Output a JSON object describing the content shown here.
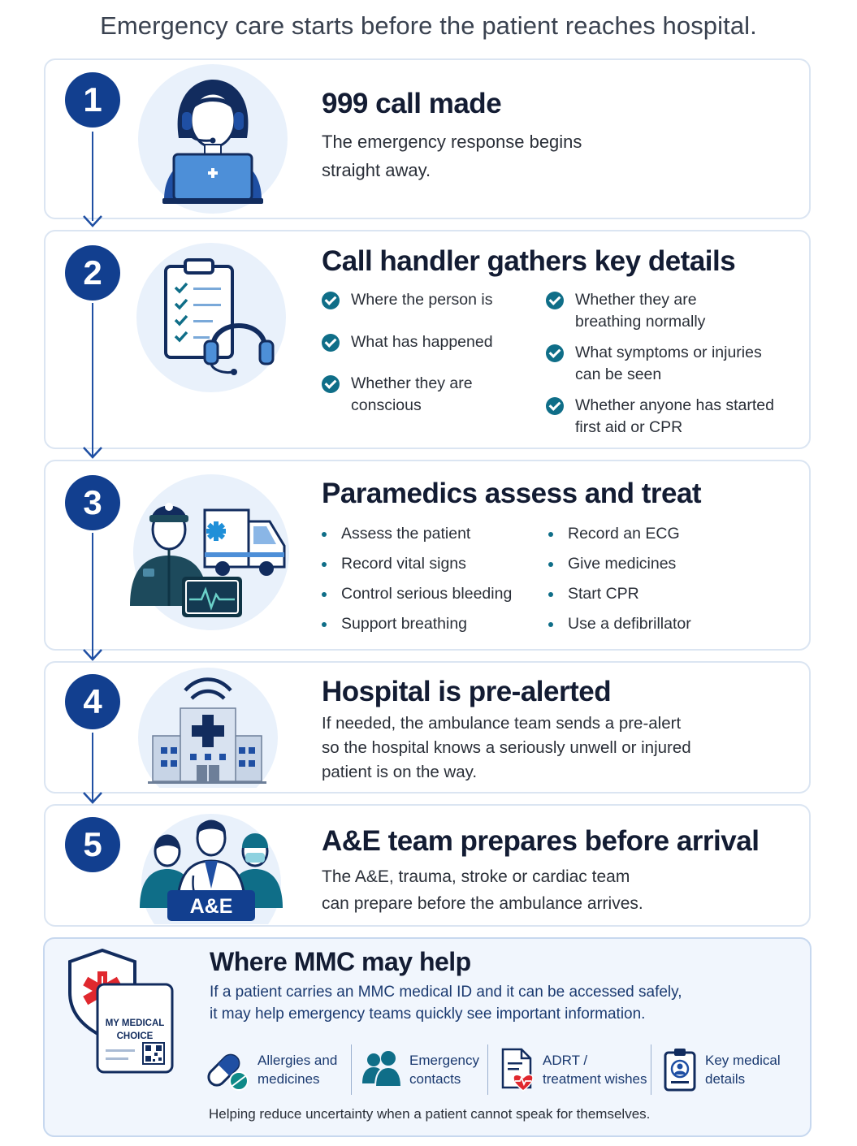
{
  "page_title": "Emergency care starts before the patient reaches hospital.",
  "steps": [
    {
      "number": "1",
      "title": "999 call made",
      "text_lines": [
        "The emergency response begins",
        "straight away."
      ],
      "icon": "call-handler-headset-laptop-icon"
    },
    {
      "number": "2",
      "title": "Call handler gathers key details",
      "icon": "clipboard-headset-icon",
      "checklist_left": [
        [
          "Where the person is"
        ],
        [
          "What has happened"
        ],
        [
          "Whether they are",
          "conscious"
        ]
      ],
      "checklist_right": [
        [
          "Whether they are",
          "breathing normally"
        ],
        [
          "What symptoms or injuries",
          "can be seen"
        ],
        [
          "Whether anyone has started",
          "first aid or CPR"
        ]
      ]
    },
    {
      "number": "3",
      "title": "Paramedics assess and treat",
      "icon": "paramedic-ambulance-monitor-icon",
      "bullets_left": [
        "Assess the patient",
        "Record vital signs",
        "Control serious bleeding",
        "Support breathing"
      ],
      "bullets_right": [
        "Record an ECG",
        "Give medicines",
        "Start CPR",
        "Use a defibrillator"
      ]
    },
    {
      "number": "4",
      "title": "Hospital is pre-alerted",
      "icon": "hospital-signal-icon",
      "text_lines": [
        "If needed, the ambulance team sends a pre-alert",
        "so the hospital knows a seriously unwell or injured",
        "patient is on the way."
      ]
    },
    {
      "number": "5",
      "title": "A&E team prepares before arrival",
      "icon": "ae-team-icon",
      "badge": "A&E",
      "text_lines": [
        "The A&E, trauma, stroke or cardiac team",
        "can prepare before the ambulance arrives."
      ]
    }
  ],
  "mmc": {
    "title": "Where MMC may help",
    "card_label_lines": [
      "MY MEDICAL",
      "CHOICE"
    ],
    "text_lines": [
      "If a patient carries an MMC medical ID and it can be accessed safely,",
      "it may help emergency teams quickly see important information."
    ],
    "features": [
      {
        "lines": [
          "Allergies and",
          "medicines"
        ],
        "icon": "pills-icon"
      },
      {
        "lines": [
          "Emergency",
          "contacts"
        ],
        "icon": "people-icon"
      },
      {
        "lines": [
          "ADRT /",
          "treatment wishes"
        ],
        "icon": "document-heart-icon"
      },
      {
        "lines": [
          "Key medical",
          "details"
        ],
        "icon": "id-badge-icon"
      }
    ],
    "footer": "Helping reduce uncertainty when a patient cannot speak for themselves."
  },
  "colors": {
    "navy": "#123f8f",
    "teal": "#0f6e88",
    "card_border": "#dbe5f2",
    "mmc_bg": "#f1f6fd",
    "red": "#e0282e"
  }
}
